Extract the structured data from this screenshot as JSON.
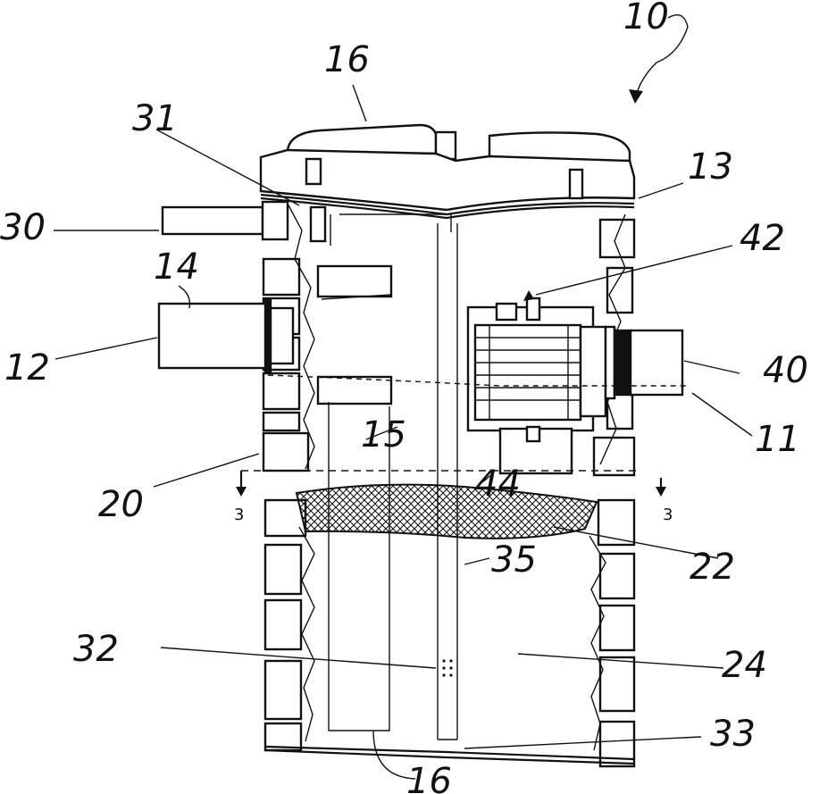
{
  "figure": {
    "reference_numerals": {
      "device": "10",
      "inlet_port": "12",
      "inlet_pipe": "14",
      "cover_top": "16",
      "cover_bottom": "16",
      "lid_seal": "13",
      "riser_section": "20",
      "filter_media": "22",
      "lower_chamber": "24",
      "outlet_port": "11",
      "outlet_pipe": "40",
      "vent_pipe": "30",
      "vent_fitting": "31",
      "baffle": "15",
      "pump_assembly": "42",
      "pump_base": "44",
      "standpipe": "35",
      "perforations": "32",
      "bottom": "33",
      "section_left": "3",
      "section_right": "3"
    }
  }
}
